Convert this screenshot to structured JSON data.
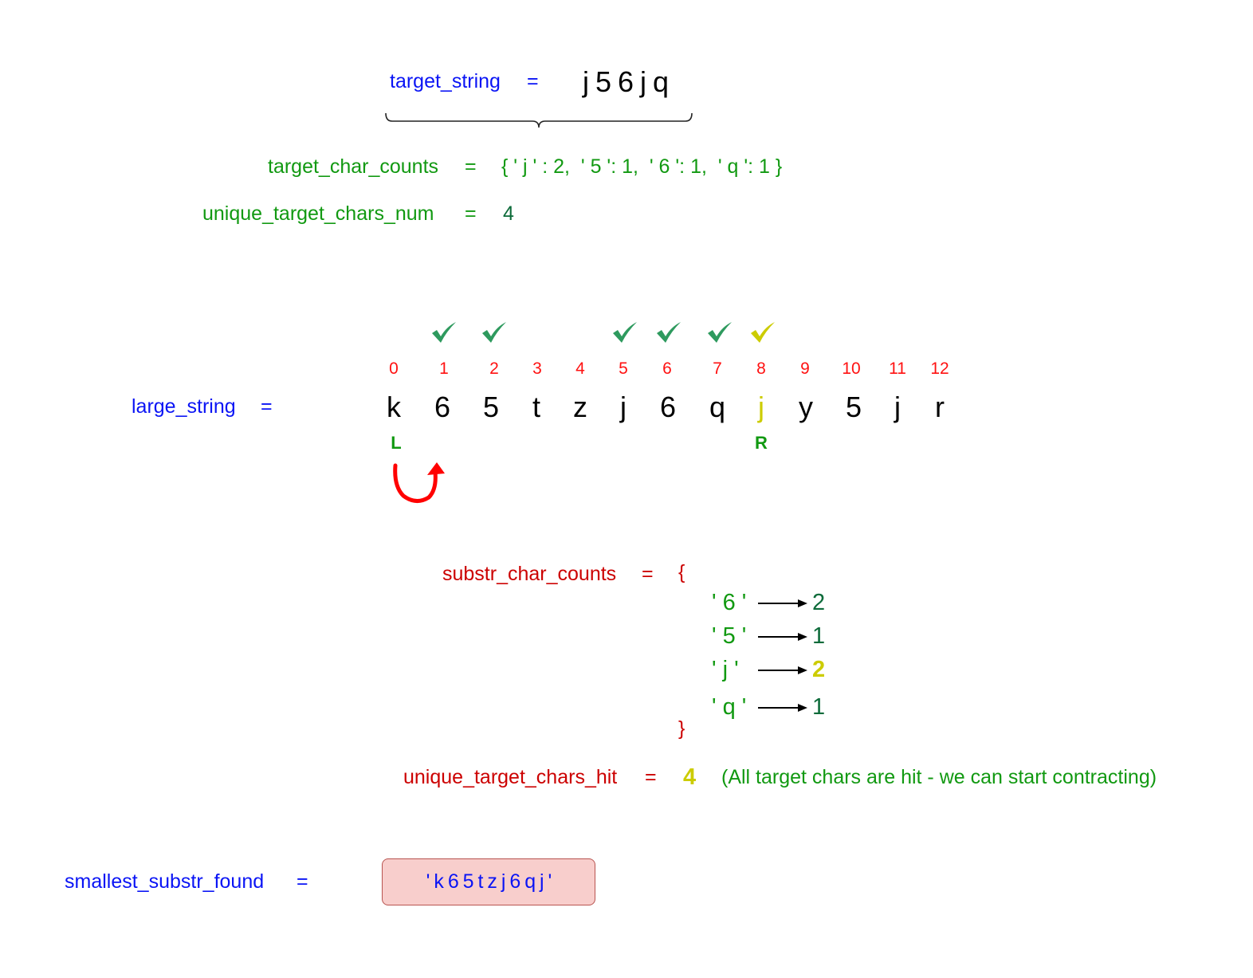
{
  "target": {
    "label": "target_string",
    "equals": "=",
    "value": "j 5 6 j q"
  },
  "target_counts": {
    "label": "target_char_counts",
    "equals": "=",
    "value": "{ ' j ' : 2,  ' 5 ': 1,  ' 6 ': 1,  ' q ': 1 }"
  },
  "unique_num": {
    "label": "unique_target_chars_num",
    "equals": "=",
    "value": "4"
  },
  "large_string": {
    "label": "large_string",
    "equals": "=",
    "indices": [
      "0",
      "1",
      "2",
      "3",
      "4",
      "5",
      "6",
      "7",
      "8",
      "9",
      "10",
      "11",
      "12"
    ],
    "chars": [
      "k",
      "6",
      "5",
      "t",
      "z",
      "j",
      "6",
      "q",
      "j",
      "y",
      "5",
      "j",
      "r"
    ],
    "checked_indices": [
      1,
      2,
      5,
      6,
      7,
      8
    ],
    "highlight_index": 8,
    "left_pointer": {
      "label": "L",
      "index": 0
    },
    "right_pointer": {
      "label": "R",
      "index": 8
    }
  },
  "substr_counts": {
    "label": "substr_char_counts",
    "equals": "=",
    "open_brace": "{",
    "close_brace": "}",
    "entries": [
      {
        "key": "' 6 '",
        "value": "2"
      },
      {
        "key": "' 5 '",
        "value": "1"
      },
      {
        "key": "' j '",
        "value": "2"
      },
      {
        "key": "' q '",
        "value": "1"
      }
    ]
  },
  "hit": {
    "label": "unique_target_chars_hit",
    "equals": "=",
    "value": "4",
    "note": "(All target chars are hit - we can start contracting)"
  },
  "smallest": {
    "label": "smallest_substr_found",
    "equals": "=",
    "value": "' k 6 5 t z j 6 q j '"
  },
  "colors": {
    "blue": "#0a14f5",
    "green": "#119911",
    "dark_green": "#0d6b3a",
    "red": "#cc0000",
    "index_red": "#ff1111",
    "yellow": "#cccc00",
    "check_green": "#2e9a5e",
    "box_fill": "#f8cecc",
    "box_border": "#b85450"
  }
}
